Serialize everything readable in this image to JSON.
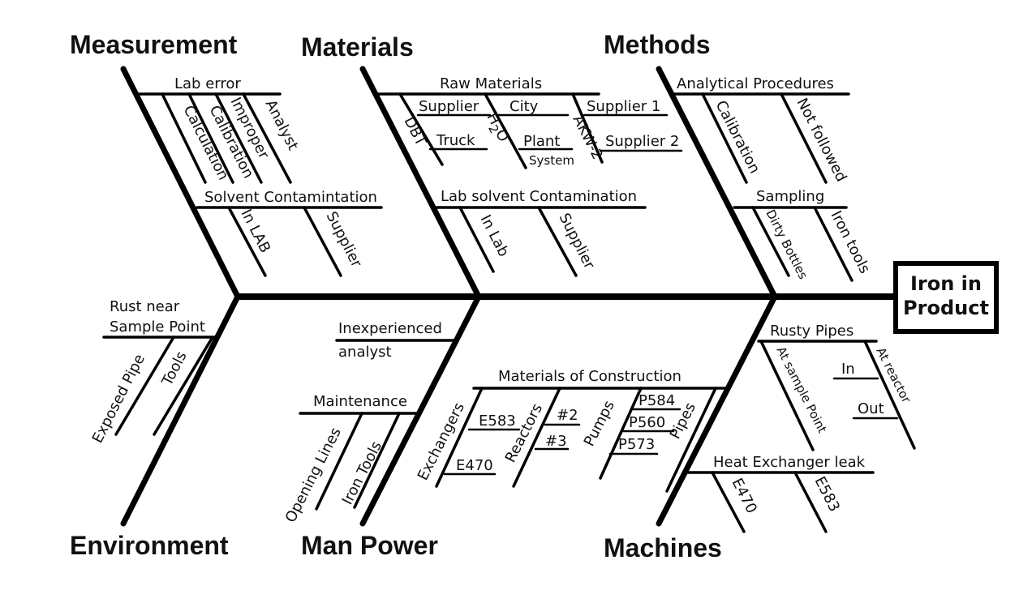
{
  "effect": {
    "line1": "Iron in",
    "line2": "Product"
  },
  "categories": {
    "measurement": "Measurement",
    "materials": "Materials",
    "methods": "Methods",
    "environment": "Environment",
    "man_power": "Man Power",
    "machines": "Machines"
  },
  "measurement": {
    "lab_error": "Lab error",
    "calculation": "Calculation",
    "calibration": "Calibration",
    "improper": "Improper",
    "analyst": "Analyst",
    "solvent_contamination": "Solvent Contamintation",
    "in_lab": "In LAB",
    "supplier": "Supplier"
  },
  "materials": {
    "raw_materials": "Raw Materials",
    "dbt": "DBT",
    "supplier": "Supplier",
    "truck": "Truck",
    "h2o": "H",
    "h2o_sub": "2",
    "h2o_o": "O",
    "city": "City",
    "plant": "Plant",
    "system": "System",
    "akw2": "AKW-2",
    "supplier_1": "Supplier 1",
    "supplier_2": "Supplier 2",
    "lab_solvent": "Lab solvent Contamination",
    "in_lab": "In Lab",
    "supplier_b": "Supplier"
  },
  "methods": {
    "analytical_procedures": "Analytical Procedures",
    "calibration": "Calibration",
    "not_followed": "Not followed",
    "sampling": "Sampling",
    "dirty_bottles": "Dirty Bottles",
    "iron_tools": "Iron tools"
  },
  "environment": {
    "rust_line1": "Rust near",
    "rust_line2": "Sample Point",
    "exposed_pipe": "Exposed Pipe",
    "tools": "Tools"
  },
  "man_power": {
    "inexperienced_line1": "Inexperienced",
    "inexperienced_line2": "analyst",
    "maintenance": "Maintenance",
    "opening_lines": "Opening Lines",
    "iron_tools": "Iron Tools"
  },
  "machines": {
    "materials_of_construction": "Materials of Construction",
    "exchangers": "Exchangers",
    "e583": "E583",
    "e470": "E470",
    "reactors": "Reactors",
    "r2": "#2",
    "r3": "#3",
    "pumps": "Pumps",
    "p584": "P584",
    "p560": "P560",
    "p573": "P573",
    "pipes": "Pipes",
    "rusty_pipes": "Rusty Pipes",
    "at_sample_point": "At sample Point",
    "in": "In",
    "out": "Out",
    "at_reactor": "At reactor",
    "heat_exchanger_leak": "Heat Exchanger leak",
    "e470_b": "E470",
    "e583_b": "E583"
  }
}
